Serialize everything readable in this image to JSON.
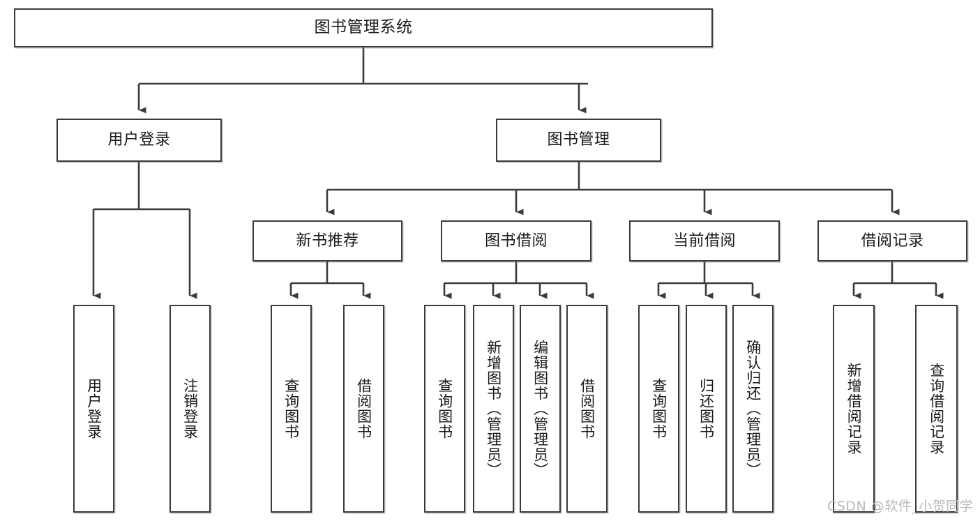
{
  "diagram": {
    "type": "tree-hierarchy",
    "title": "图书管理系统",
    "root": {
      "label": "图书管理系统"
    },
    "level1": [
      {
        "label": "用户登录"
      },
      {
        "label": "图书管理"
      }
    ],
    "level2": [
      {
        "label": "新书推荐"
      },
      {
        "label": "图书借阅"
      },
      {
        "label": "当前借阅"
      },
      {
        "label": "借阅记录"
      }
    ],
    "leaves": {
      "user_login": [
        {
          "label": "用户登录"
        },
        {
          "label": "注销登录"
        }
      ],
      "new_book_recommend": [
        {
          "label": "查询图书"
        },
        {
          "label": "借阅图书"
        }
      ],
      "book_borrow": [
        {
          "label": "查询图书"
        },
        {
          "label": "新增图书（管理员）"
        },
        {
          "label": "编辑图书（管理员）"
        },
        {
          "label": "借阅图书"
        }
      ],
      "current_borrow": [
        {
          "label": "查询图书"
        },
        {
          "label": "归还图书"
        },
        {
          "label": "确认归还（管理员）"
        }
      ],
      "borrow_records": [
        {
          "label": "新增借阅记录"
        },
        {
          "label": "查询借阅记录"
        }
      ]
    }
  },
  "watermark": {
    "text": "CSDN @软件_小贺同学"
  },
  "colors": {
    "stroke": "#3b3b3b",
    "fill": "#ffffff",
    "text": "#1a1a1a",
    "watermark": "#b9b9b9"
  }
}
